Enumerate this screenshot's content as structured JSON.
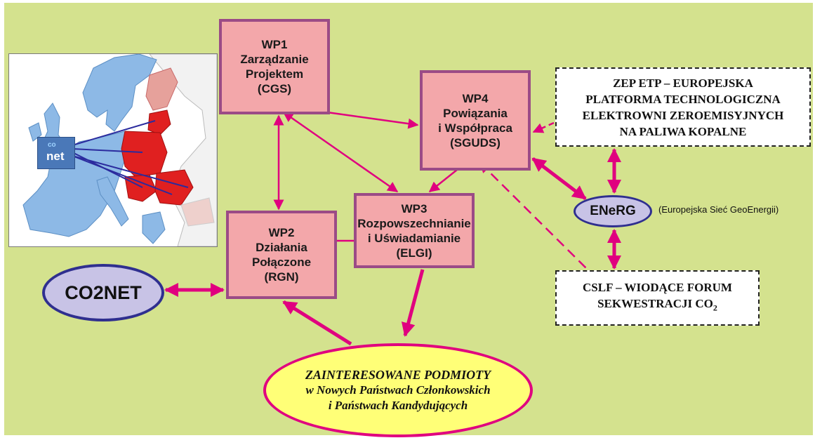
{
  "wp1": {
    "lines": [
      "WP1",
      "Zarządzanie",
      "Projektem",
      "(CGS)"
    ]
  },
  "wp2": {
    "lines": [
      "WP2",
      "Działania",
      "Połączone",
      "(RGN)"
    ]
  },
  "wp3": {
    "lines": [
      "WP3",
      "Rozpowszechnianie",
      "i Uświadamianie",
      "(ELGI)"
    ]
  },
  "wp4": {
    "lines": [
      "WP4",
      "Powiązania",
      "i Współpraca",
      "(SGUDS)"
    ]
  },
  "zep": {
    "lines": [
      "ZEP ETP – EUROPEJSKA",
      "PLATFORMA TECHNOLOGICZNA",
      "ELEKTROWNI ZEROEMISYJNYCH",
      "NA PALIWA KOPALNE"
    ]
  },
  "cslf": {
    "line1": "CSLF – WIODĄCE FORUM",
    "line2_text": "SEKWESTRACJI CO",
    "line2_sub": "2"
  },
  "energ": {
    "label": "ENeRG",
    "full_name": "(Europejska Sieć GeoEnergii)"
  },
  "co2net": {
    "label": "CO2NET"
  },
  "stakeholders": {
    "lines": [
      "ZAINTERESOWANE PODMIOTY",
      "w Nowych Państwach Członkowskich",
      "i Państwach Kandydujących"
    ]
  },
  "map_logo": {
    "top": "co",
    "bottom": "net"
  },
  "colors": {
    "background": "#d4e28e",
    "wp_fill": "#f3a7aa",
    "wp_border": "#9b4b86",
    "arrow": "#e0007f",
    "oval_fill": "#c8c3e6",
    "oval_border": "#2f2f8f",
    "stakeholder_fill": "#ffff77",
    "map_sea": "#ffffff",
    "map_land": "#8db9e6",
    "map_highlight": "#e02020",
    "map_arrow": "#2b2b9e"
  }
}
